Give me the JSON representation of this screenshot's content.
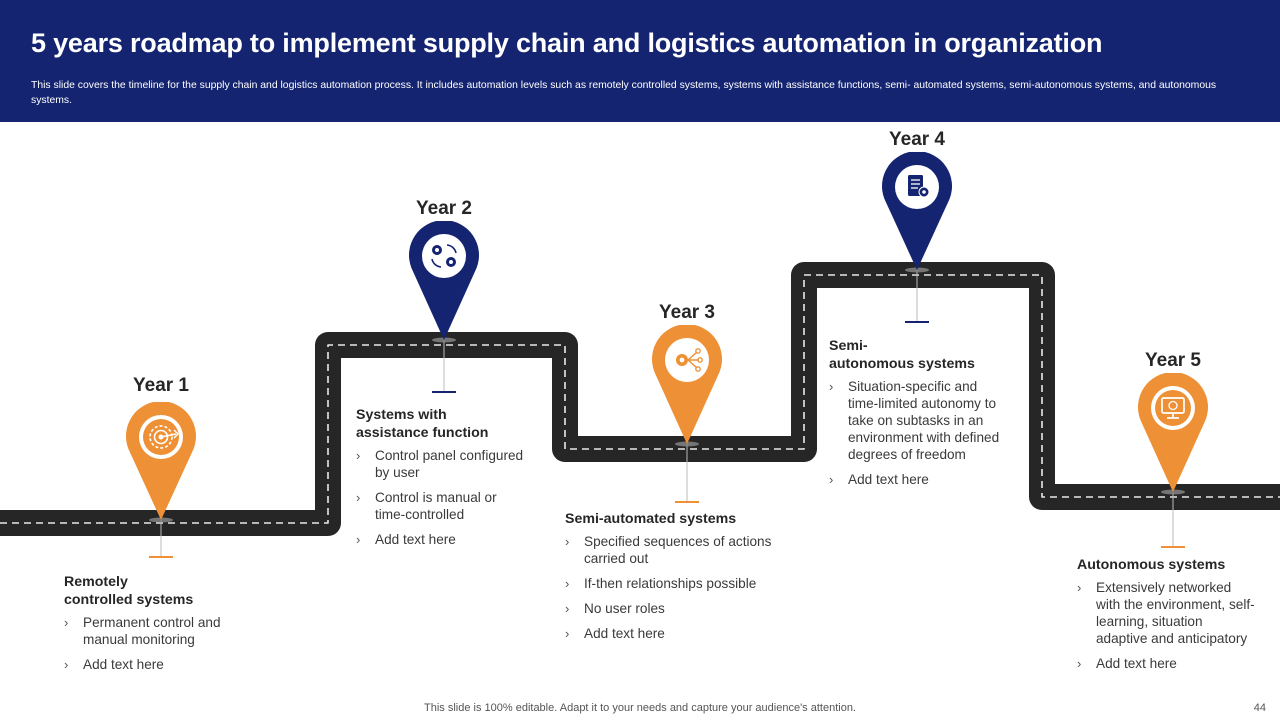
{
  "header": {
    "title": "5 years roadmap to implement supply chain and logistics automation in organization",
    "subtitle": "This slide covers the timeline for the supply chain and logistics automation process. It includes automation levels such as remotely controlled systems, systems with assistance functions, semi- automated systems, semi-autonomous systems, and autonomous systems."
  },
  "colors": {
    "header_bg": "#142470",
    "navy": "#142470",
    "orange": "#ee9035",
    "road": "#262626"
  },
  "milestones": [
    {
      "year": "Year 1",
      "pin_color": "orange",
      "icon": "target-icon",
      "title_lines": [
        "Remotely",
        "controlled systems"
      ],
      "bullets": [
        [
          "Permanent control and",
          "manual monitoring"
        ],
        [
          "Add text here"
        ]
      ]
    },
    {
      "year": "Year 2",
      "pin_color": "navy",
      "icon": "gears-cycle-icon",
      "title_lines": [
        "Systems with",
        "assistance function"
      ],
      "bullets": [
        [
          "Control panel configured",
          "by user"
        ],
        [
          "Control is manual or",
          "time-controlled"
        ],
        [
          "Add text here"
        ]
      ]
    },
    {
      "year": "Year 3",
      "pin_color": "orange",
      "icon": "gear-network-icon",
      "title_lines": [
        "Semi-automated systems"
      ],
      "bullets": [
        [
          "Specified sequences of actions",
          "carried out"
        ],
        [
          "If-then relationships possible"
        ],
        [
          "No user roles"
        ],
        [
          "Add text here"
        ]
      ]
    },
    {
      "year": "Year 4",
      "pin_color": "navy",
      "icon": "document-gear-icon",
      "title_lines": [
        "Semi-",
        "autonomous systems"
      ],
      "bullets": [
        [
          "Situation-specific and",
          "time-limited autonomy to",
          "take on subtasks in an",
          "environment with defined",
          "degrees of freedom"
        ],
        [
          "Add text here"
        ]
      ]
    },
    {
      "year": "Year 5",
      "pin_color": "orange",
      "icon": "monitor-icon",
      "title_lines": [
        "Autonomous systems"
      ],
      "bullets": [
        [
          "Extensively networked",
          "with the environment, self-",
          "learning, situation",
          "adaptive and anticipatory"
        ],
        [
          "Add text here"
        ]
      ]
    }
  ],
  "footer": {
    "note": "This slide is 100% editable. Adapt it to your needs and capture your audience's attention.",
    "page_number": "44"
  }
}
